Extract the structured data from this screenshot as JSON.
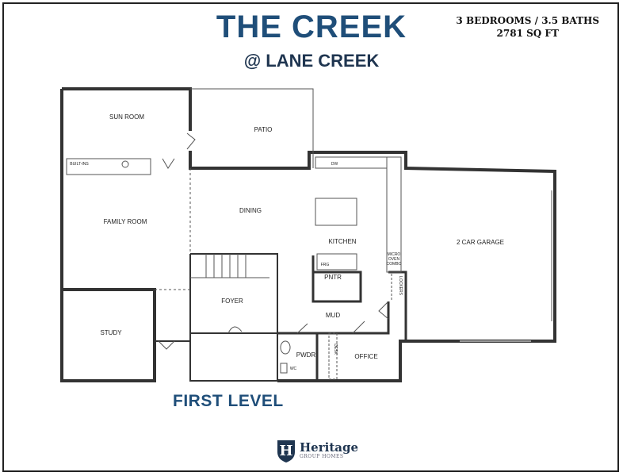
{
  "header": {
    "title": "THE CREEK",
    "subtitle": "@ LANE CREEK",
    "bedrooms_baths": "3 BEDROOMS / 3.5 BATHS",
    "sqft": "2781 SQ FT"
  },
  "level_label": "FIRST LEVEL",
  "rooms": {
    "sun_room": "SUN ROOM",
    "patio": "PATIO",
    "built_ins": "BUILT-INS",
    "family_room": "FAMILY ROOM",
    "dining": "DINING",
    "kitchen": "KITCHEN",
    "dw": "DW",
    "frg": "FRG",
    "pantry": "PNTR",
    "micro_1": "MICRO",
    "micro_2": "OVEN",
    "micro_3": "COMBO",
    "lockers": "LOCKERS",
    "garage": "2 CAR GARAGE",
    "foyer": "FOYER",
    "mud": "MUD",
    "study": "STUDY",
    "powder": "PWDR",
    "wc": "WC",
    "desk": "DESK",
    "office": "OFFICE"
  },
  "logo": {
    "name": "Heritage",
    "sub": "GROUP HOMES",
    "letter": "H"
  },
  "colors": {
    "title": "#1f4e79",
    "wall": "#333333"
  }
}
